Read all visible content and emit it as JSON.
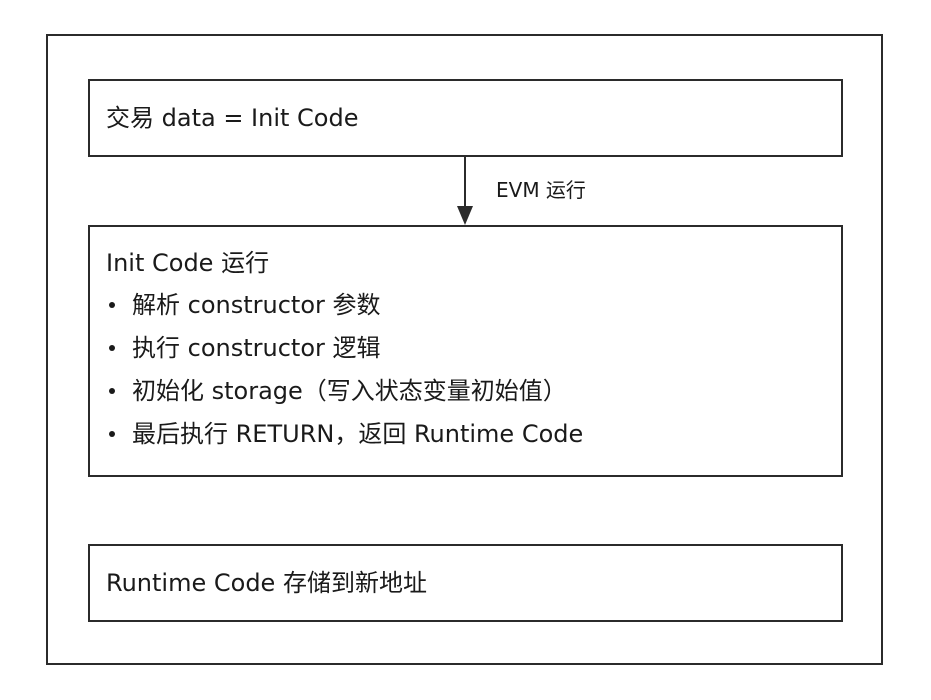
{
  "top_box": {
    "text": "交易 data = Init Code"
  },
  "arrow": {
    "label": "EVM 运行"
  },
  "middle_box": {
    "title": "Init Code 运行",
    "bullets": [
      "解析 constructor 参数",
      "执行 constructor 逻辑",
      "初始化 storage（写入状态变量初始值）",
      "最后执行 RETURN，返回 Runtime Code"
    ]
  },
  "bottom_box": {
    "text": "Runtime Code 存储到新地址"
  }
}
